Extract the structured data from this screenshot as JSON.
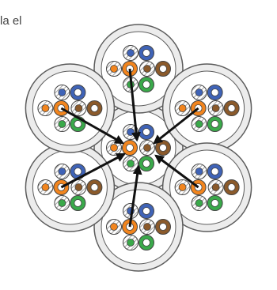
{
  "caption": "la el",
  "colors": {
    "jacket_fill": "#ececec",
    "jacket_stroke": "#5c5c5c",
    "blue": "#3f63b7",
    "orange": "#f2851e",
    "brown": "#8b5a2b",
    "green": "#3aa94a",
    "arrow": "#111111"
  },
  "cable": {
    "pairs": [
      {
        "name": "blue-pair",
        "color": "blue"
      },
      {
        "name": "orange-pair",
        "color": "orange"
      },
      {
        "name": "brown-pair",
        "color": "brown"
      },
      {
        "name": "green-pair",
        "color": "green"
      }
    ]
  },
  "cables": [
    {
      "name": "cable-center"
    },
    {
      "name": "cable-top"
    },
    {
      "name": "cable-upper-right"
    },
    {
      "name": "cable-lower-right"
    },
    {
      "name": "cable-bottom"
    },
    {
      "name": "cable-lower-left"
    },
    {
      "name": "cable-upper-left"
    }
  ],
  "arrows_into_center": 6
}
